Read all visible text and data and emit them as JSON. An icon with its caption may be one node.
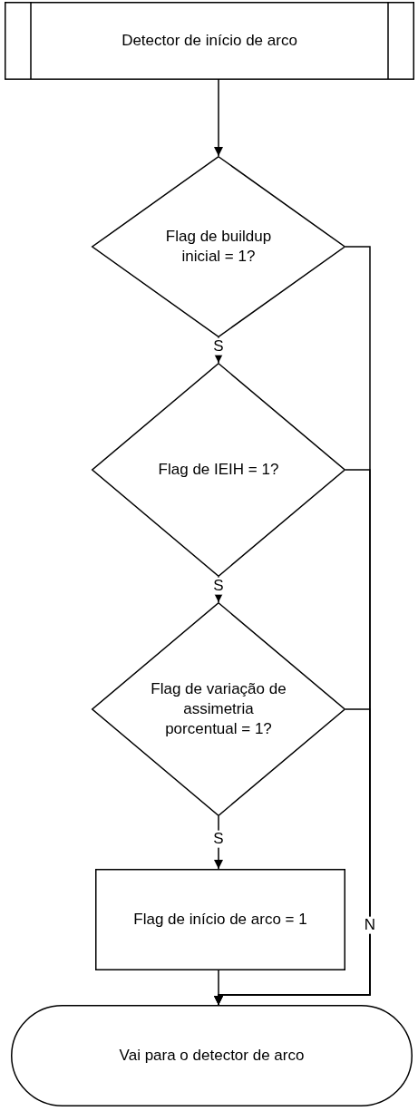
{
  "diagram": {
    "nodes": [
      {
        "text": [
          "Detector de início de arco"
        ]
      },
      {
        "text": [
          "Flag de buildup inicial = 1?"
        ]
      },
      {
        "text": [
          "Flag de IEIH = 1?"
        ]
      },
      {
        "text": [
          "Flag de variação de assimetria porcentual = 1?"
        ]
      },
      {
        "text": [
          "Flag de início de arco = 1"
        ]
      },
      {
        "text": [
          "Vai para o detector de arco"
        ]
      }
    ],
    "edges": [
      {
        "from": 0,
        "to": 1,
        "arrow": "to"
      },
      {
        "from": 1,
        "to": 2,
        "arrow": "to",
        "label": "S"
      },
      {
        "from": 2,
        "to": 3,
        "arrow": "to",
        "label": "S"
      },
      {
        "from": 3,
        "to": 4,
        "arrow": "to",
        "label": "S"
      },
      {
        "from": 4,
        "to": 5,
        "arrow": "to"
      },
      {
        "from": 1,
        "to": 5,
        "arrow": "to"
      },
      {
        "from": 2,
        "to": 5,
        "arrow": "to"
      },
      {
        "from": 3,
        "to": 5,
        "arrow": "to",
        "label": "N"
      }
    ]
  }
}
